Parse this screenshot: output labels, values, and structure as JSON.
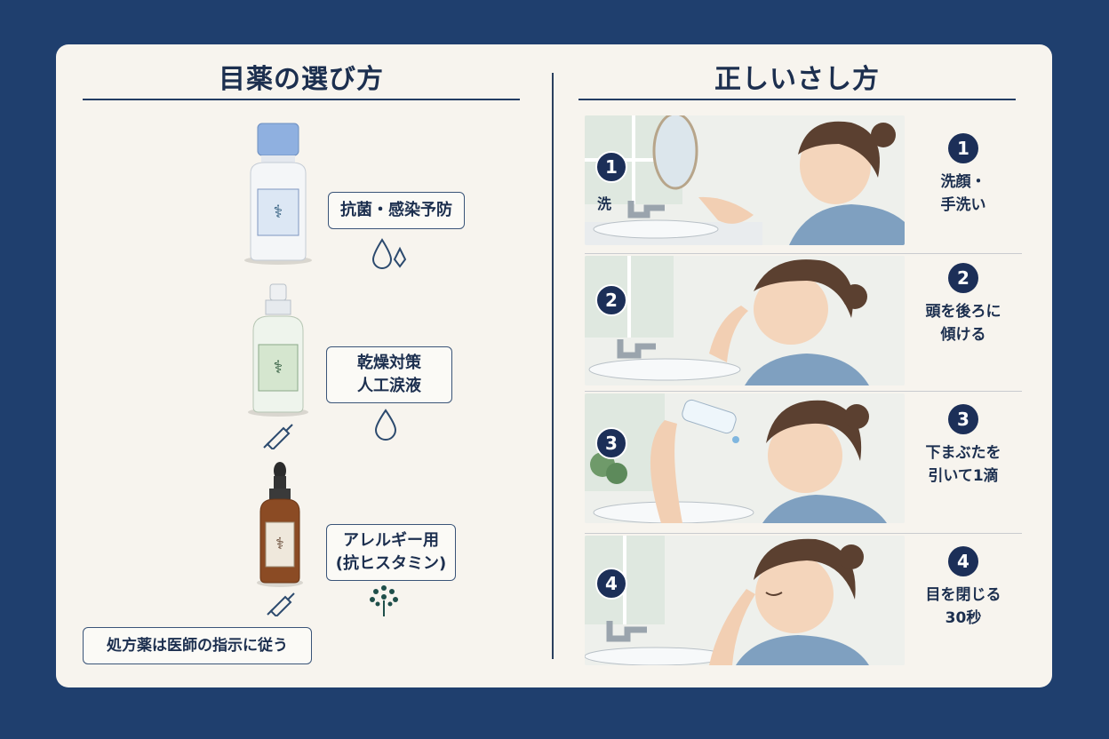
{
  "left": {
    "title": "目薬の選び方",
    "items": [
      {
        "label": "抗菌・感染予防",
        "bottle": "blue-cap-bottle",
        "icon": "water-drops-icon"
      },
      {
        "label": "乾燥対策\n人工涙液",
        "bottle": "spray-bottle",
        "icon": "water-drop-icon"
      },
      {
        "label": "アレルギー用\n(抗ヒスタミン)",
        "bottle": "dropper-bottle",
        "icon": "pollen-icon"
      }
    ],
    "note": "処方薬は医師の指示に従う"
  },
  "right": {
    "title": "正しいさし方",
    "steps": [
      {
        "number": "1",
        "text": "洗顔・\n手洗い",
        "image_caption": "洗"
      },
      {
        "number": "2",
        "text": "頭を後ろに\n傾ける"
      },
      {
        "number": "3",
        "text": "下まぶたを\n引いて1滴"
      },
      {
        "number": "4",
        "text": "目を閉じる\n30秒"
      }
    ]
  },
  "colors": {
    "background": "#1f3f6e",
    "card": "#f7f4ee",
    "accent": "#1c2f58"
  }
}
